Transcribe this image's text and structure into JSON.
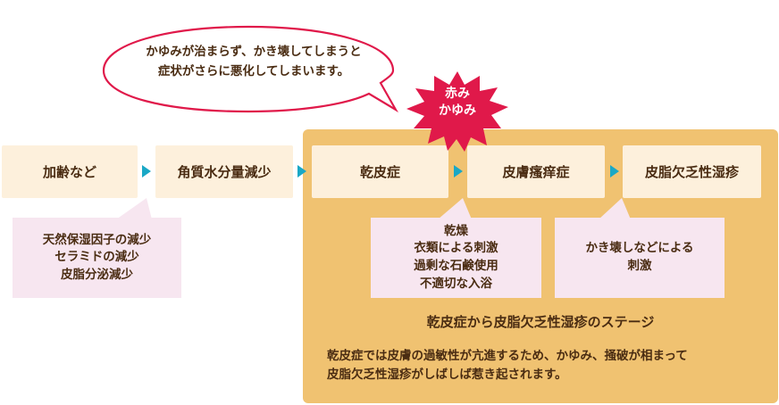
{
  "speech_bubble": {
    "lines": [
      "かゆみが治まらず、かき壊してしまうと",
      "症状がさらに悪化してしまいます。"
    ]
  },
  "burst_badge": {
    "lines": [
      "赤み",
      "かゆみ"
    ]
  },
  "stages": [
    {
      "label": "加齢など"
    },
    {
      "label": "角質水分量減少"
    },
    {
      "label": "乾皮症"
    },
    {
      "label": "皮膚瘙痒症"
    },
    {
      "label": "皮脂欠乏性湿疹"
    }
  ],
  "notes": [
    {
      "lines": [
        "天然保湿因子の減少",
        "セラミドの減少",
        "皮脂分泌減少"
      ]
    },
    {
      "lines": [
        "乾燥",
        "衣類による刺激",
        "過剰な石鹸使用",
        "不適切な入浴"
      ]
    },
    {
      "lines": [
        "かき壊しなどによる",
        "刺激"
      ]
    }
  ],
  "section": {
    "title": "乾皮症から皮脂欠乏性湿疹のステージ",
    "description_lines": [
      "乾皮症では皮膚の過敏性が亢進するため、かゆみ、掻破が相まって",
      "皮脂欠乏性湿疹がしばしば惹き起されます。"
    ]
  },
  "colors": {
    "panel": "#f0c271",
    "stage_box": "#fdf0dc",
    "note_box": "#f7e6f0",
    "arrow": "#1aa8c6",
    "bubble_border": "#e0194a",
    "burst": "#e0194a",
    "text": "#4a2c12"
  }
}
